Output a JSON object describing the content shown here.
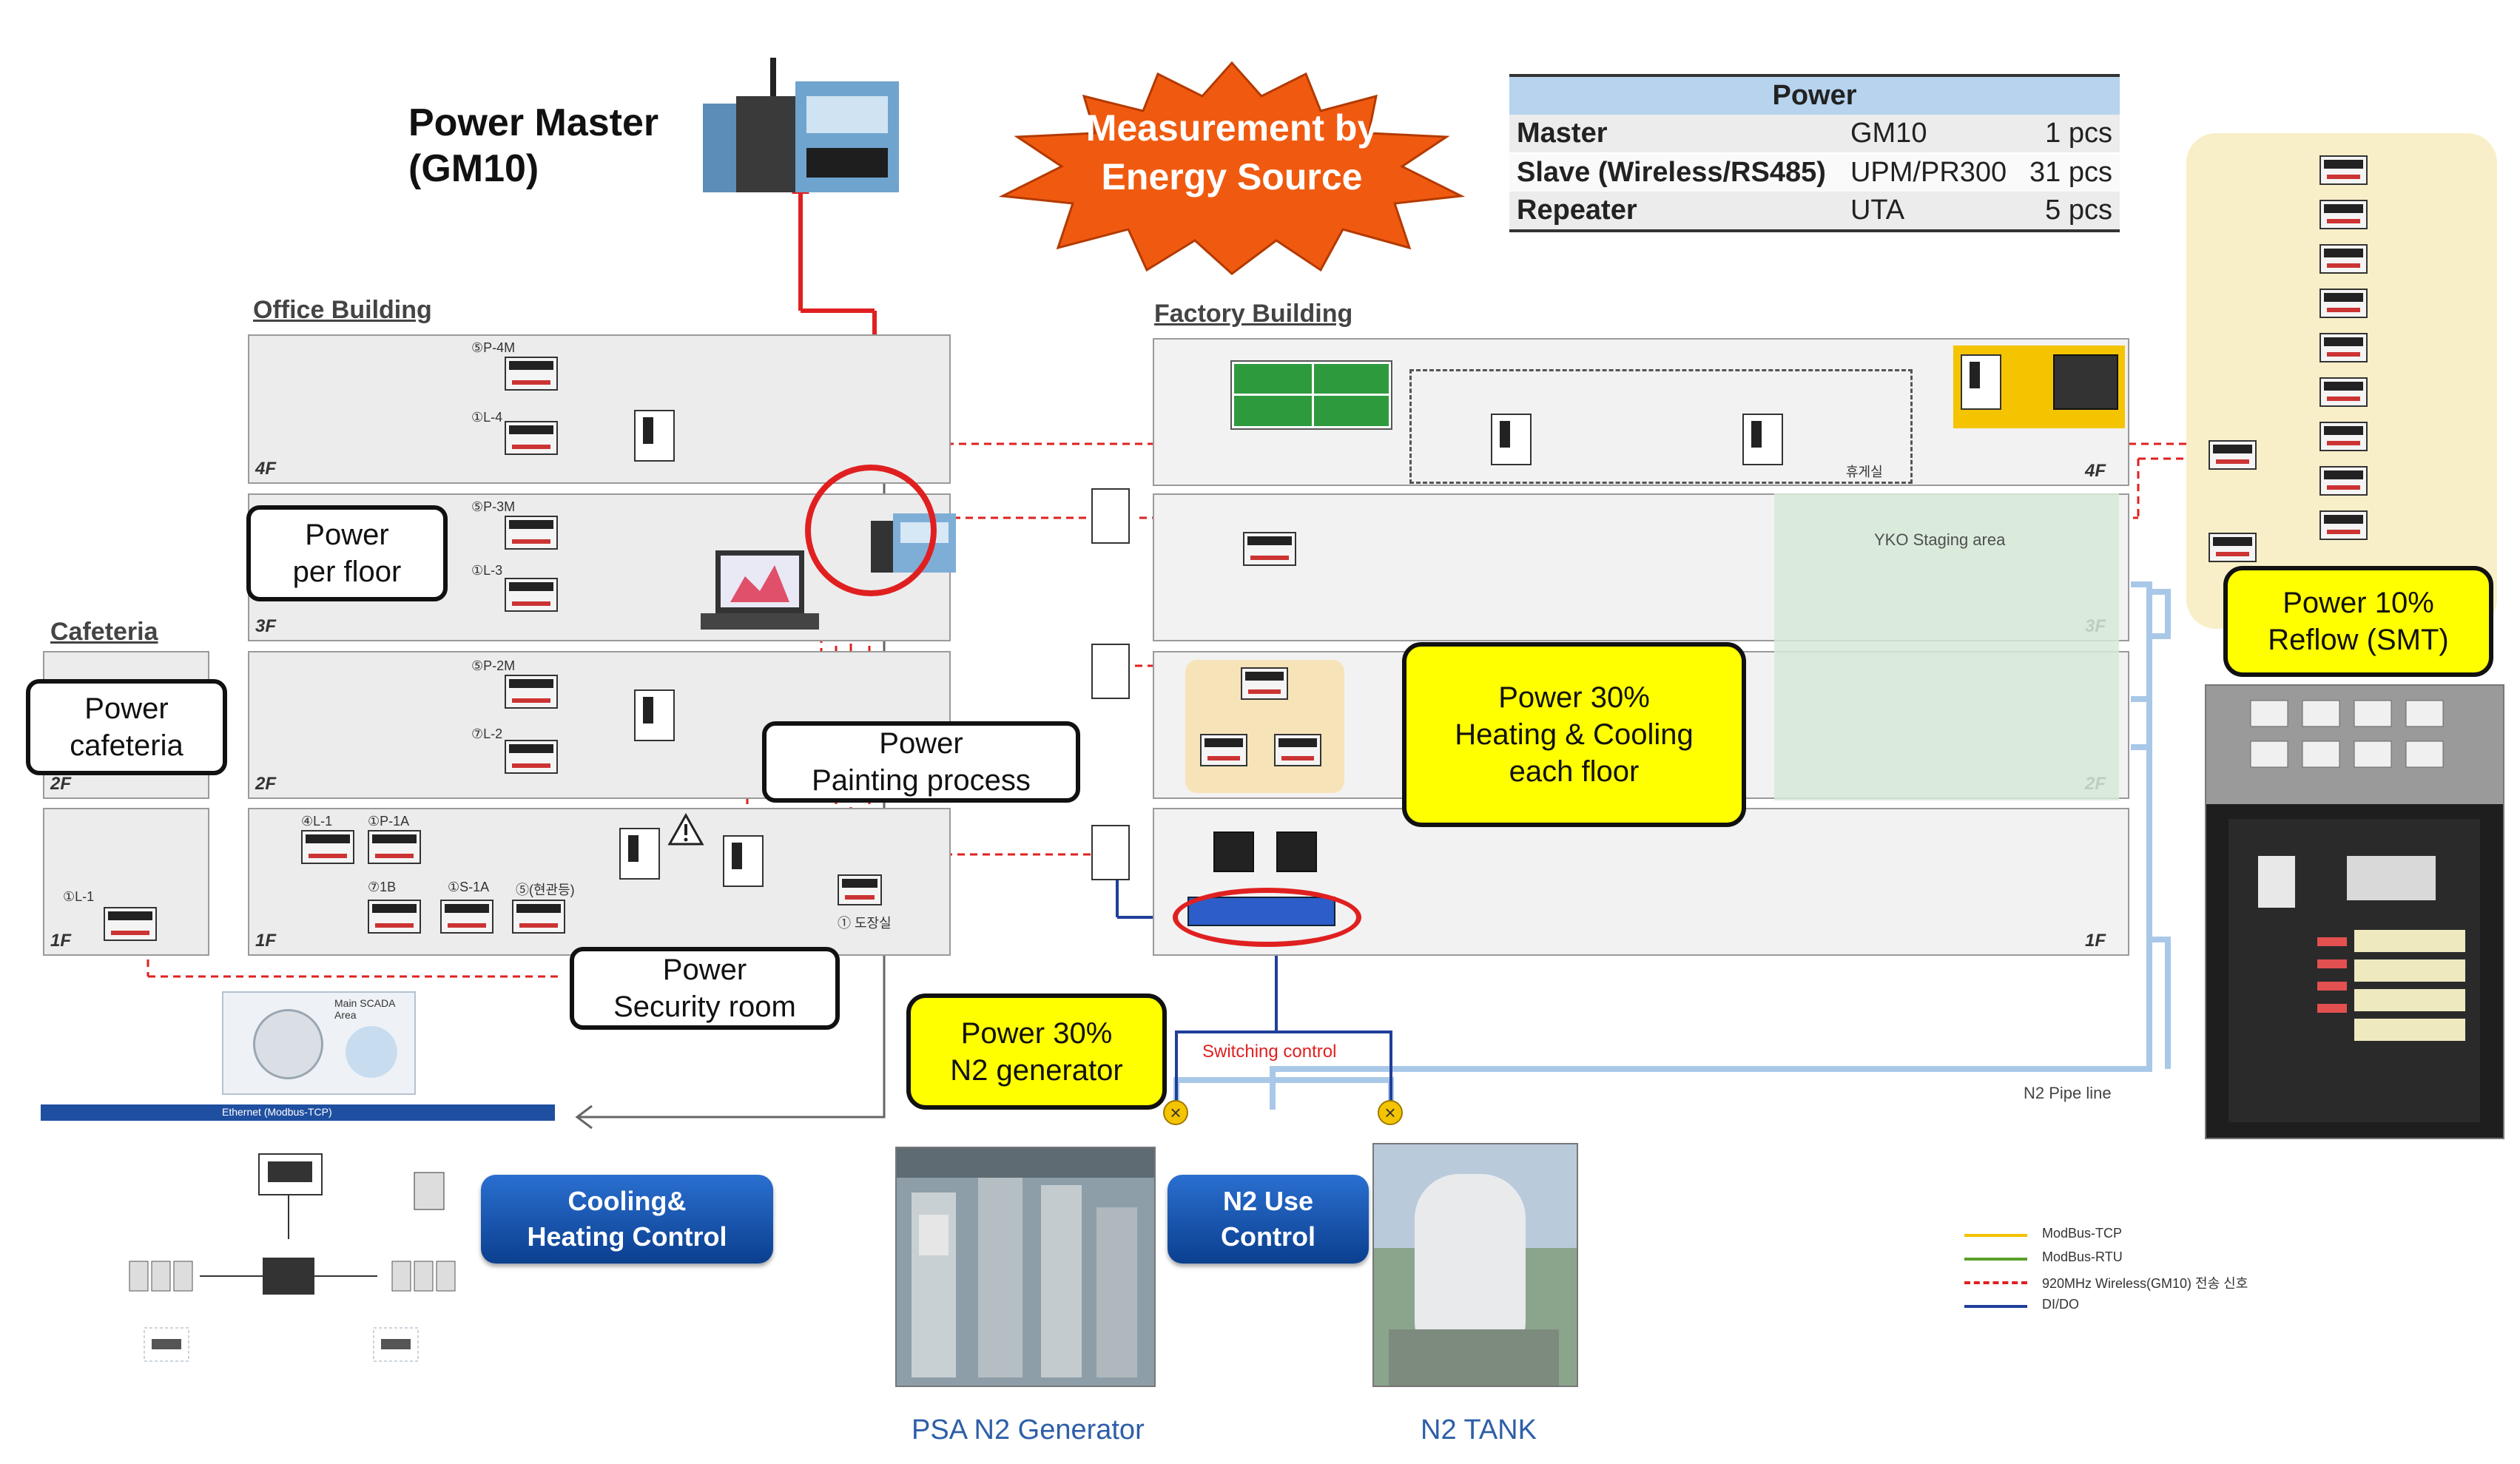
{
  "header": {
    "power_master": "Power Master\n(GM10)",
    "burst": "Measurement by\nEnergy Source"
  },
  "power_table": {
    "title": "Power",
    "rows": [
      {
        "label": "Master",
        "model": "GM10",
        "qty": "1 pcs"
      },
      {
        "label": "Slave (Wireless/RS485)",
        "model": "UPM/PR300",
        "qty": "31 pcs"
      },
      {
        "label": "Repeater",
        "model": "UTA",
        "qty": "5 pcs"
      }
    ]
  },
  "buildings": {
    "office": "Office Building",
    "factory": "Factory Building",
    "cafeteria": "Cafeteria"
  },
  "floors": {
    "office": [
      "4F",
      "3F",
      "2F",
      "1F"
    ],
    "factory": [
      "4F",
      "3F",
      "2F",
      "1F"
    ],
    "cafeteria": [
      "2F",
      "1F"
    ]
  },
  "meter_tags": {
    "o4": [
      "⑤P-4M",
      "①L-4"
    ],
    "o3": [
      "⑤P-3M",
      "①L-3"
    ],
    "o2": [
      "⑤P-2M",
      "⑦L-2"
    ],
    "o1": [
      "④L-1",
      "①P-1A",
      "⑦1B",
      "①S-1A",
      "⑤(현관등)",
      "① 도장실"
    ],
    "caf1": [
      "①L-1"
    ],
    "factory_room": "휴게실",
    "staging": "YKO Staging area"
  },
  "callouts": {
    "power_floor": "Power\nper floor",
    "power_cafeteria": "Power\ncafeteria",
    "painting": "Power\nPainting process",
    "security": "Power\nSecurity room",
    "heating": "Power 30%\nHeating & Cooling\neach floor",
    "reflow": "Power 10%\nReflow (SMT)",
    "n2gen": "Power 30%\nN2 generator"
  },
  "buttons": {
    "cooling": "Cooling&\nHeating Control",
    "n2use": "N2 Use\nControl"
  },
  "labels": {
    "switching": "Switching control",
    "n2pipe": "N2 Pipe line",
    "psa": "PSA N2 Generator",
    "tank": "N2 TANK",
    "ethernet": "Ethernet (Modbus-TCP)",
    "scada": "Main SCADA Area"
  },
  "legend": [
    {
      "label": "ModBus-TCP",
      "color": "#f2c200",
      "style": "solid"
    },
    {
      "label": "ModBus-RTU",
      "color": "#5aa02c",
      "style": "solid"
    },
    {
      "label": "920MHz Wireless(GM10) 전송 신호",
      "color": "#e02020",
      "style": "dashed"
    },
    {
      "label": "DI/DO",
      "color": "#1f3f9a",
      "style": "solid"
    }
  ],
  "colors": {
    "wireless": "#e02020",
    "modbus_rtu": "#5aa02c",
    "dido": "#1f3f9a",
    "n2pipe": "#a9c8e8",
    "callout_yellow": "#ffff00",
    "burst": "#f05a10"
  }
}
